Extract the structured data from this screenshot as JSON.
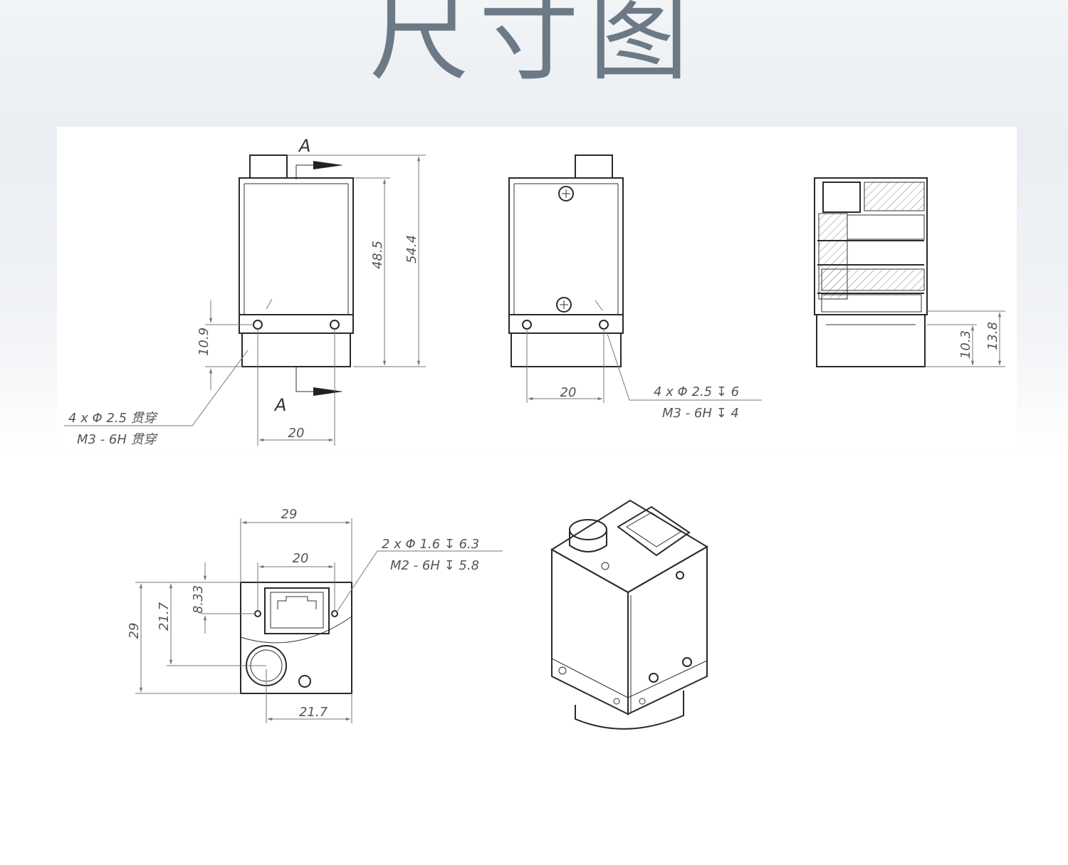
{
  "title": "尺寸图",
  "views": {
    "front": {
      "section_label_top": "A",
      "section_label_bottom": "A",
      "dim_height_body": "48.5",
      "dim_height_total": "54.4",
      "dim_hole_height": "10.9",
      "dim_hole_spacing": "20",
      "note_line1": "4 x Φ 2.5 贯穿",
      "note_line2": "M3 - 6H 贯穿"
    },
    "back": {
      "dim_hole_spacing": "20",
      "note_line1": "4 x Φ 2.5 ↧ 6",
      "note_line2": "M3 - 6H ↧ 4"
    },
    "section": {
      "dim_a": "10.3",
      "dim_b": "13.8"
    },
    "rear_face": {
      "dim_width_total": "29",
      "dim_hole_spacing": "20",
      "dim_height_total": "29",
      "dim_height_lens": "21.7",
      "dim_hole_offset": "8.33",
      "dim_width_lens": "21.7",
      "note_line1": "2 x Φ 1.6 ↧ 6.3",
      "note_line2": "M2 - 6H ↧ 5.8"
    }
  }
}
